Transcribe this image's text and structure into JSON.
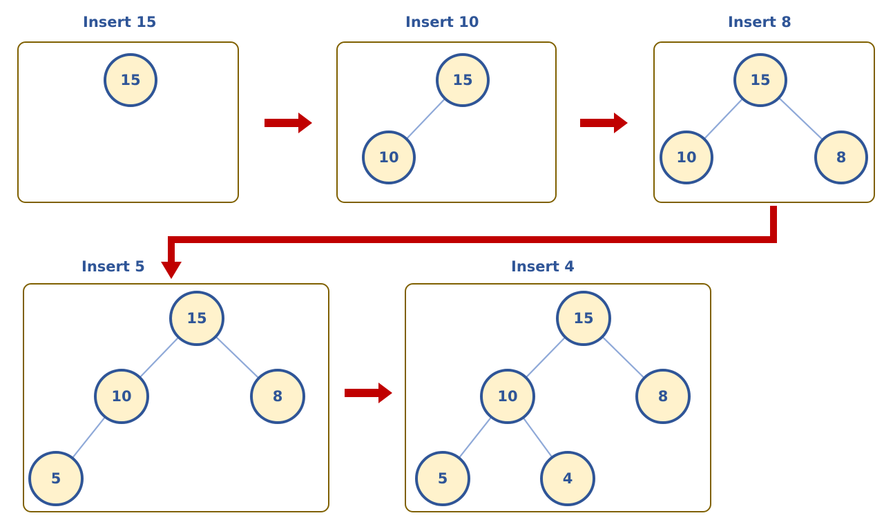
{
  "colors": {
    "title": "#2f5597",
    "frame_border": "#7f6000",
    "node_fill": "#fff2cc",
    "node_stroke": "#2f5597",
    "edge": "#8fa9d8",
    "arrow": "#c00000"
  },
  "steps": [
    {
      "title": "Insert 15",
      "nodes": [
        {
          "id": "n15",
          "label": "15"
        }
      ],
      "edges": []
    },
    {
      "title": "Insert 10",
      "nodes": [
        {
          "id": "n15",
          "label": "15"
        },
        {
          "id": "n10",
          "label": "10"
        }
      ],
      "edges": [
        [
          "n15",
          "n10"
        ]
      ]
    },
    {
      "title": "Insert 8",
      "nodes": [
        {
          "id": "n15",
          "label": "15"
        },
        {
          "id": "n10",
          "label": "10"
        },
        {
          "id": "n8",
          "label": "8"
        }
      ],
      "edges": [
        [
          "n15",
          "n10"
        ],
        [
          "n15",
          "n8"
        ]
      ]
    },
    {
      "title": "Insert 5",
      "nodes": [
        {
          "id": "n15",
          "label": "15"
        },
        {
          "id": "n10",
          "label": "10"
        },
        {
          "id": "n8",
          "label": "8"
        },
        {
          "id": "n5",
          "label": "5"
        }
      ],
      "edges": [
        [
          "n15",
          "n10"
        ],
        [
          "n15",
          "n8"
        ],
        [
          "n10",
          "n5"
        ]
      ]
    },
    {
      "title": "Insert 4",
      "nodes": [
        {
          "id": "n15",
          "label": "15"
        },
        {
          "id": "n10",
          "label": "10"
        },
        {
          "id": "n8",
          "label": "8"
        },
        {
          "id": "n5",
          "label": "5"
        },
        {
          "id": "n4",
          "label": "4"
        }
      ],
      "edges": [
        [
          "n15",
          "n10"
        ],
        [
          "n15",
          "n8"
        ],
        [
          "n10",
          "n5"
        ],
        [
          "n10",
          "n4"
        ]
      ]
    }
  ]
}
